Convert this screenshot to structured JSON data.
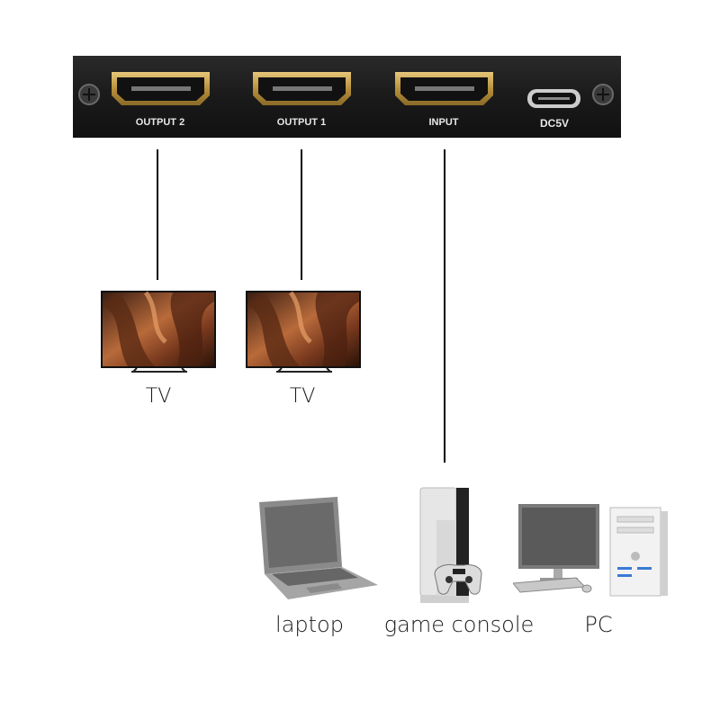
{
  "splitter": {
    "ports": [
      {
        "id": "output2",
        "label": "OUTPUT 2",
        "kind": "hdmi"
      },
      {
        "id": "output1",
        "label": "OUTPUT 1",
        "kind": "hdmi"
      },
      {
        "id": "input",
        "label": "INPUT",
        "kind": "hdmi"
      },
      {
        "id": "power",
        "label": "DC5V",
        "kind": "usb-c"
      }
    ],
    "colors": {
      "body": "#1c1c1c",
      "hdmi_gold": "#c9a24a",
      "screw": "#5a5a5a"
    }
  },
  "outputs": [
    {
      "id": "tv-2",
      "label": "TV",
      "icon": "tv-icon"
    },
    {
      "id": "tv-1",
      "label": "TV",
      "icon": "tv-icon"
    }
  ],
  "sources": [
    {
      "id": "laptop",
      "label": "laptop",
      "icon": "laptop-icon"
    },
    {
      "id": "game-console",
      "label": "game console",
      "icon": "game-console-icon"
    },
    {
      "id": "pc",
      "label": "PC",
      "icon": "pc-icon"
    }
  ]
}
